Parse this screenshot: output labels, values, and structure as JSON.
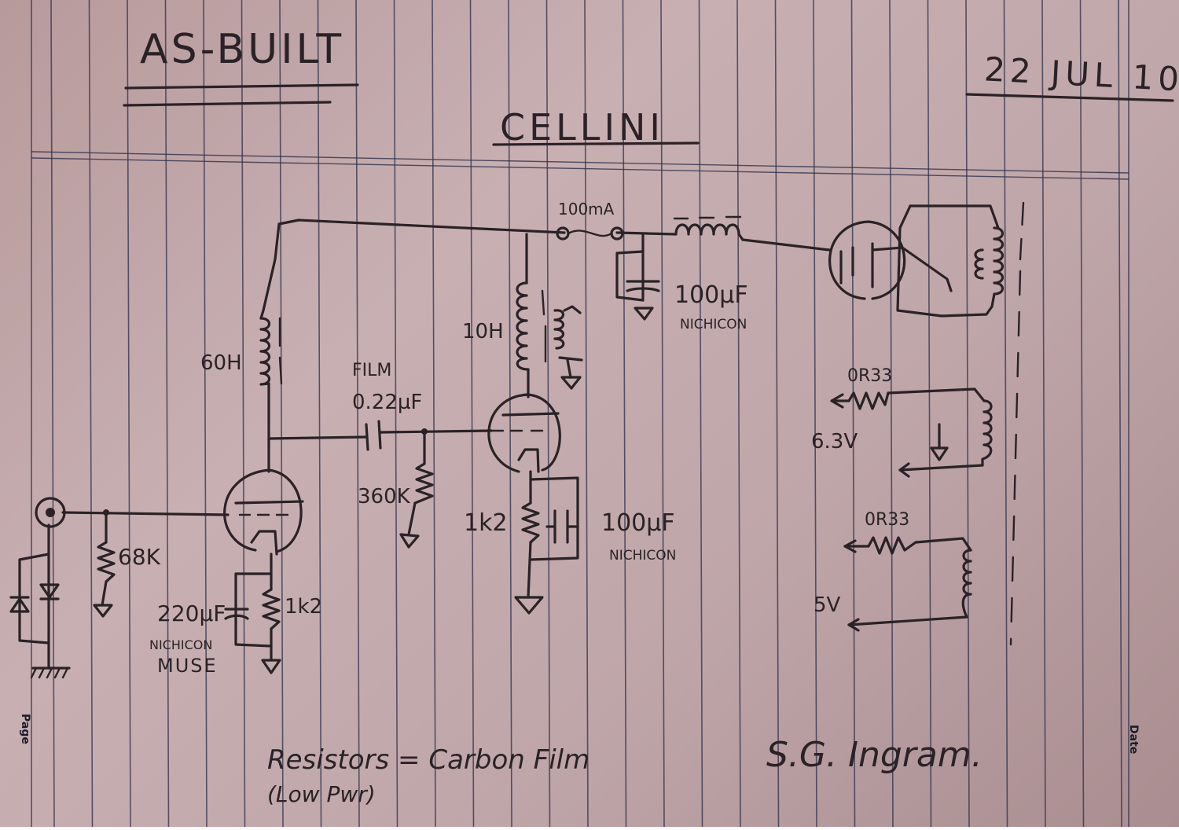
{
  "header": {
    "title_left": "AS-BUILT",
    "date": "22 JUL 10",
    "project": "CELLINI"
  },
  "margins": {
    "page_label": "Page",
    "date_label": "Date"
  },
  "components": {
    "choke_60h": "60H",
    "film_cap_type": "FILM",
    "film_cap_value": "0.22µF",
    "grid_resistor": "360K",
    "input_resistor": "68K",
    "cathode_cap_1": "220µF",
    "cathode_cap_1_brand": "NICHICON",
    "cathode_cap_1_series": "MUSE",
    "cathode_resistor_1": "1k2",
    "choke_10h": "10H",
    "cathode_resistor_2": "1k2",
    "cathode_cap_2": "100µF",
    "cathode_cap_2_brand": "NICHICON",
    "fuse": "100mA",
    "supply_cap": "100µF",
    "supply_cap_brand": "NICHICON",
    "heater_res_1": "0R33",
    "heater_volt_1": "6.3V",
    "heater_res_2": "0R33",
    "heater_volt_2": "5V"
  },
  "notes": {
    "resistors_line1": "Resistors = Carbon Film",
    "resistors_line2": "(Low Pwr)"
  },
  "signature": "S.G. Ingram."
}
